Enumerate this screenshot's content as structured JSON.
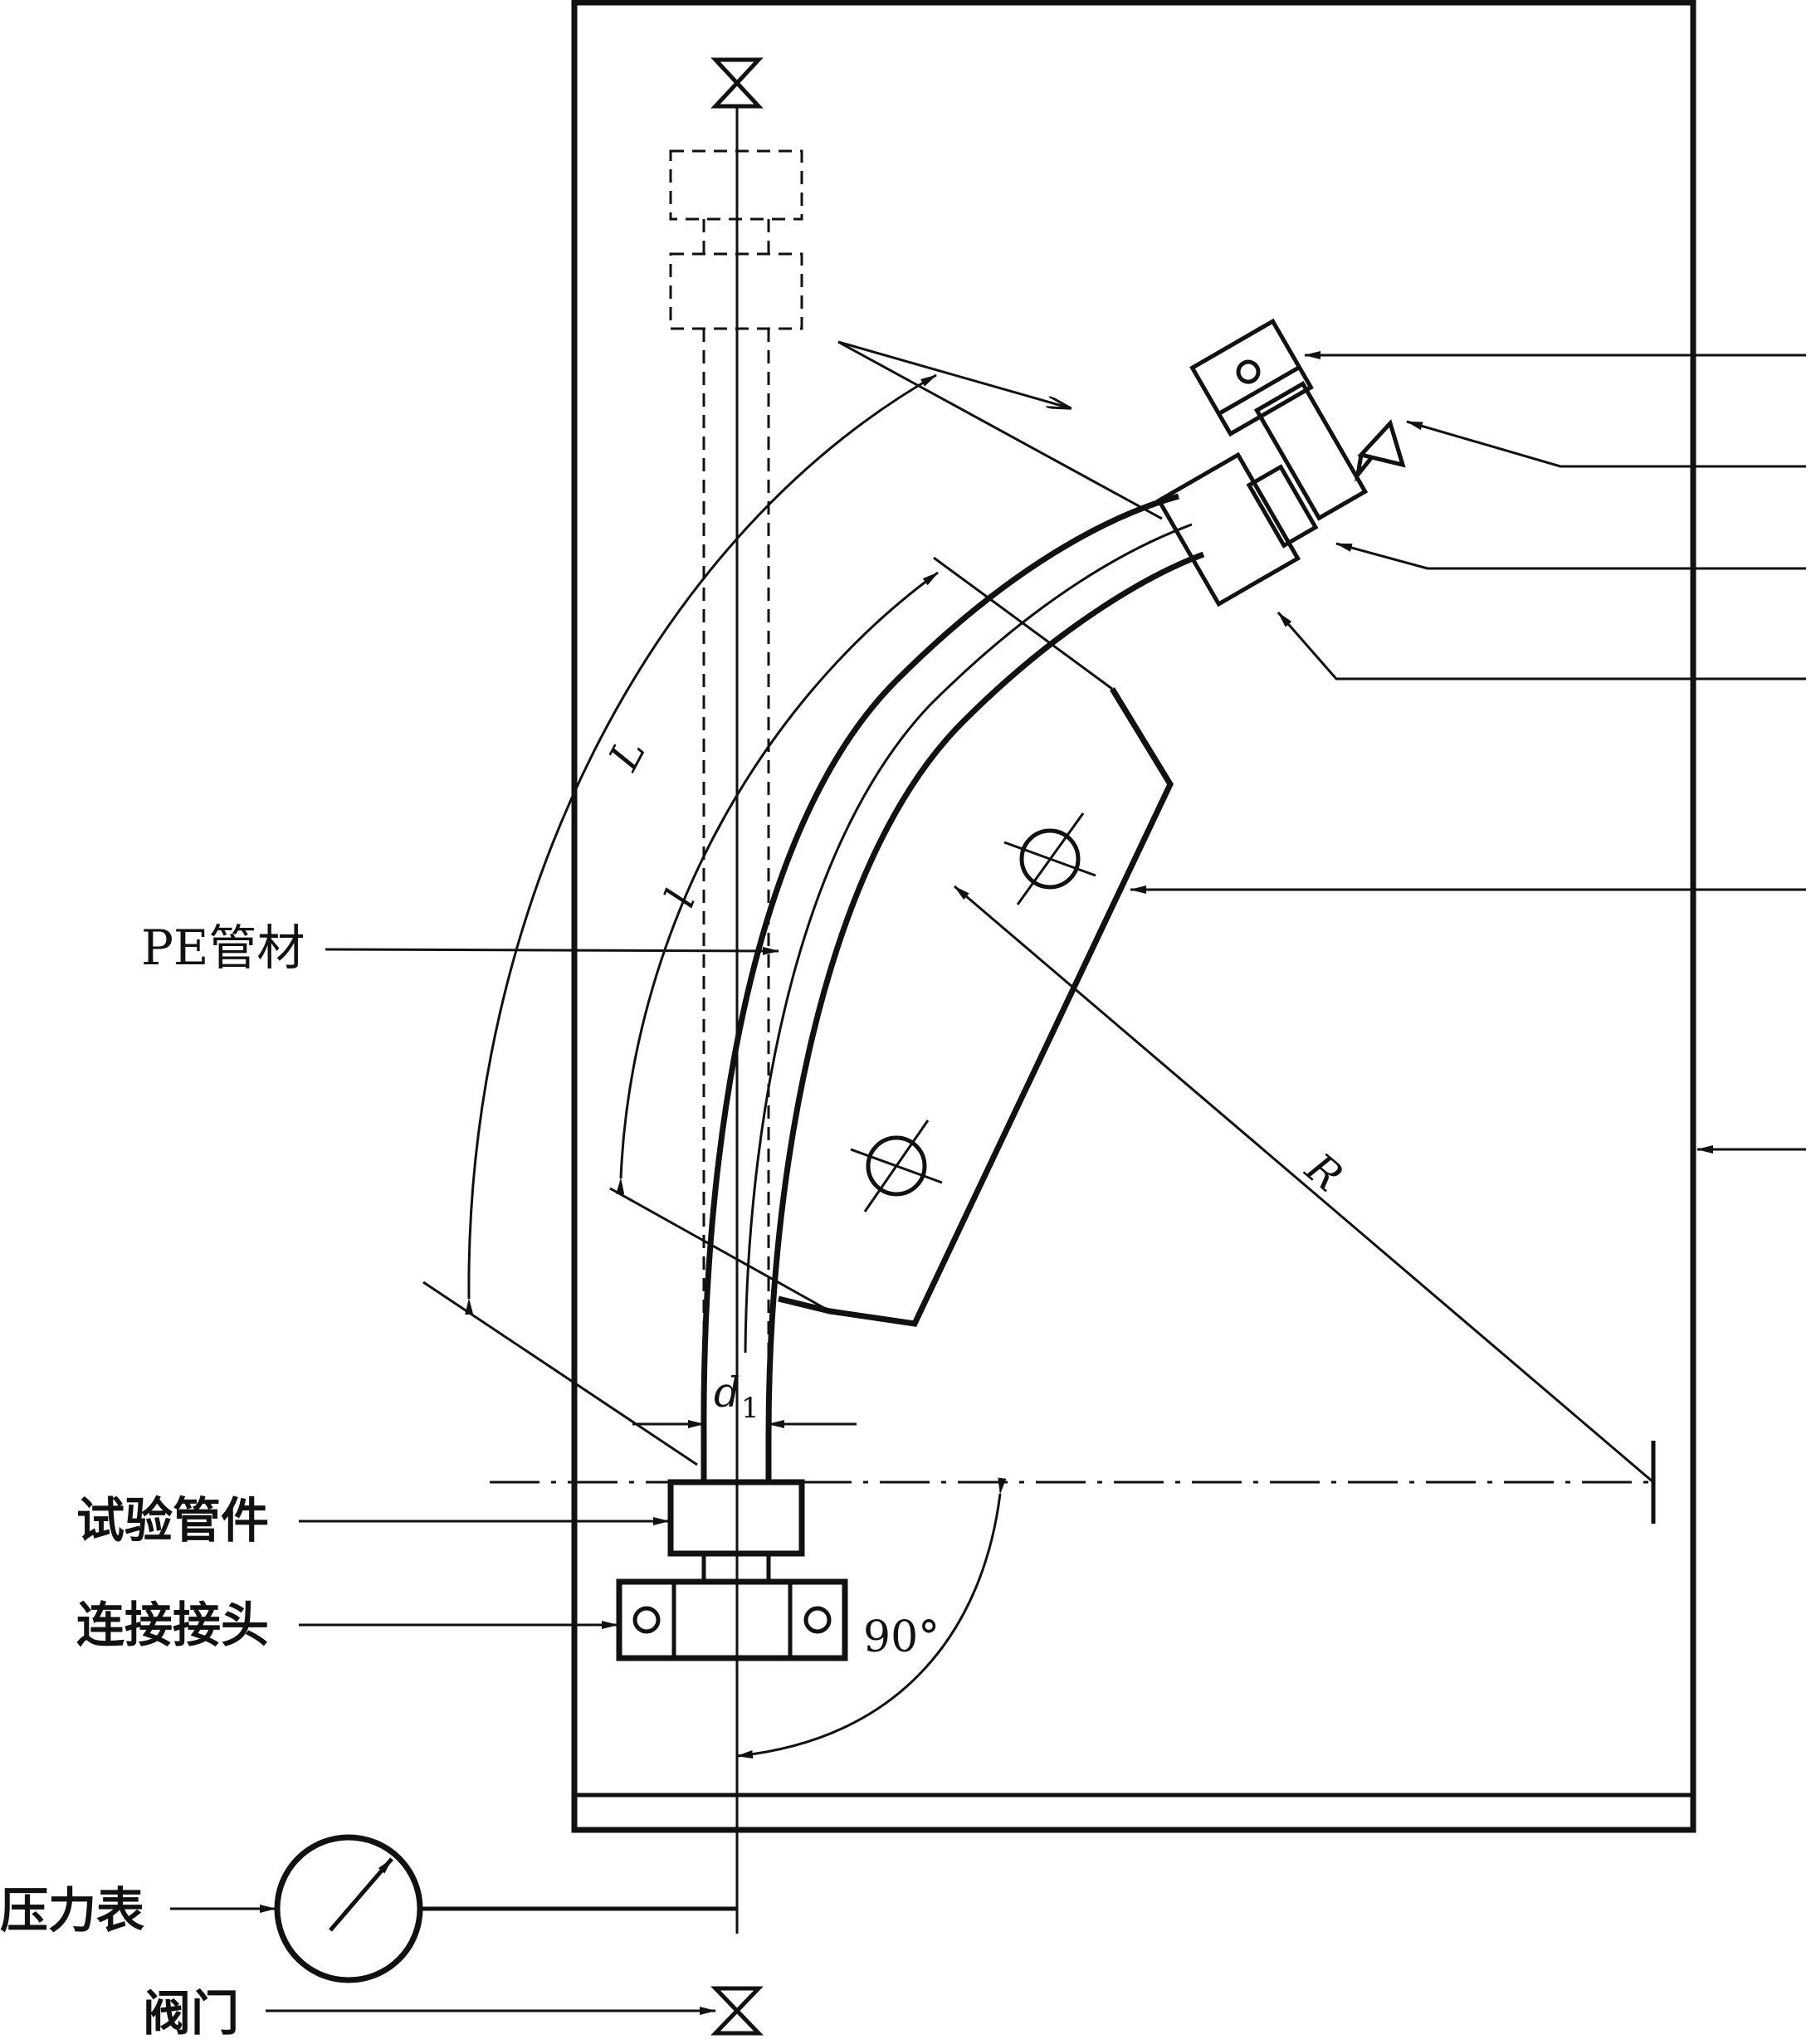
{
  "labels": {
    "pe_pipe": "PE管材",
    "test_fitting": "试验管件",
    "connector": "连接接头",
    "pressure_gauge": "压力表",
    "valve": "阀门"
  },
  "dimensions": {
    "L_outer": "L",
    "l_inner": "l",
    "radius": "R",
    "diameter": "d",
    "diameter_sub": "1",
    "angle": "90°"
  }
}
